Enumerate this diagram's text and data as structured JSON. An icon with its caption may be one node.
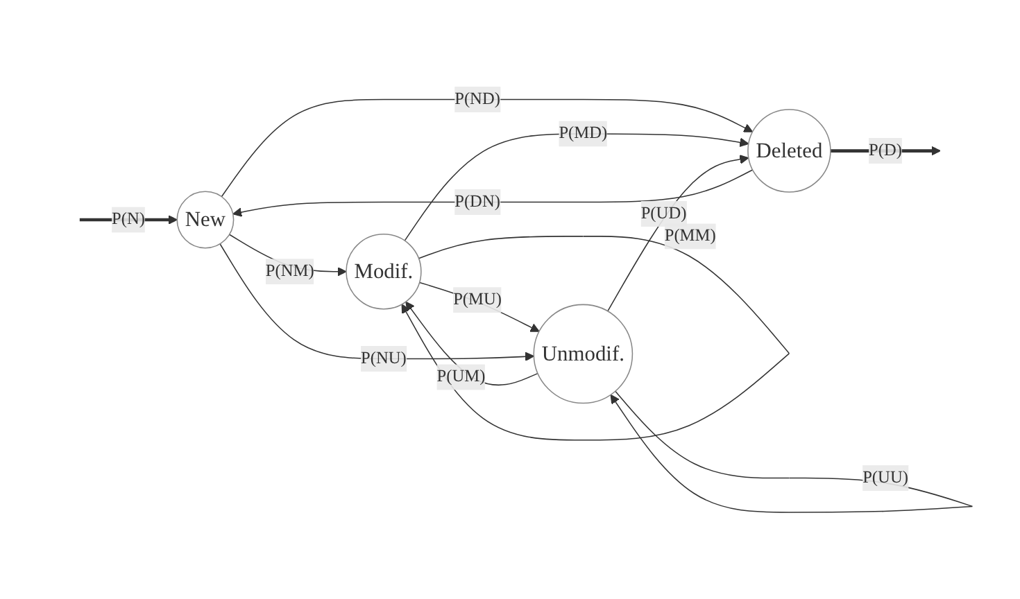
{
  "diagram": {
    "nodes": [
      {
        "text": [
          "New"
        ]
      },
      {
        "text": [
          "Modif."
        ]
      },
      {
        "text": [
          "Unmodif."
        ]
      },
      {
        "text": [
          "Deleted"
        ]
      }
    ],
    "edges": [
      {
        "from": null,
        "to": 0,
        "arrow": "to",
        "label": "P(N)",
        "style": "thick"
      },
      {
        "from": 0,
        "to": 3,
        "arrow": "to",
        "label": "P(ND)"
      },
      {
        "from": 1,
        "to": 1,
        "arrow": "to",
        "label": "P(MM)"
      },
      {
        "from": 0,
        "to": 1,
        "arrow": "to",
        "label": "P(NM)"
      },
      {
        "from": 1,
        "to": 3,
        "arrow": "to",
        "label": "P(MD)"
      },
      {
        "from": 1,
        "to": 2,
        "arrow": "to",
        "label": "P(MU)"
      },
      {
        "from": 2,
        "to": 1,
        "arrow": "to",
        "label": "P(UM)"
      },
      {
        "from": 0,
        "to": 2,
        "arrow": "to",
        "label": "P(NU)"
      },
      {
        "from": 2,
        "to": 2,
        "arrow": "to",
        "label": "P(UU)"
      },
      {
        "from": 2,
        "to": 3,
        "arrow": "to",
        "label": "P(UD)"
      },
      {
        "from": 3,
        "to": 0,
        "arrow": "to",
        "label": "P(DN)"
      },
      {
        "from": 3,
        "to": null,
        "arrow": "to",
        "label": "P(D)",
        "style": "thick"
      }
    ]
  }
}
